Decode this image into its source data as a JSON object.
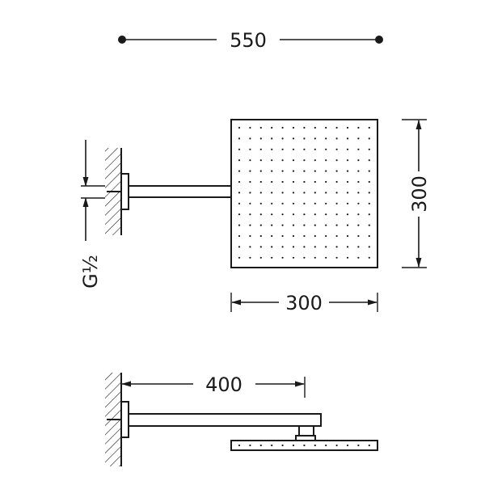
{
  "dimensions": {
    "overall_width": "550",
    "head_height": "300",
    "head_width": "300",
    "arm_length": "400",
    "thread": "G½"
  },
  "colors": {
    "ink": "#1a1a1a",
    "background": "#ffffff"
  }
}
